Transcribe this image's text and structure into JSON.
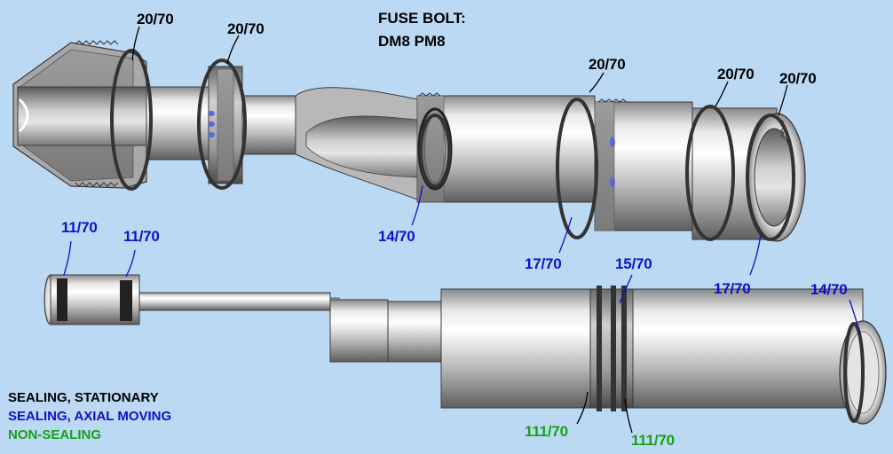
{
  "title": {
    "line1": "FUSE BOLT:",
    "line2": "DM8 PM8"
  },
  "legend": {
    "stationary": "SEALING, STATIONARY",
    "axial": "SEALING, AXIAL MOVING",
    "non_sealing": "NON-SEALING"
  },
  "colors": {
    "background": "#bcd9f4",
    "stationary": "#000000",
    "axial": "#1010c8",
    "non_sealing": "#18a018"
  },
  "oring_labels": {
    "bolt_1": "20/70",
    "bolt_2": "20/70",
    "bolt_3": "20/70",
    "bolt_4": "20/70",
    "bolt_5": "20/70",
    "bolt_inner": "14/70",
    "bolt_mid": "17/70",
    "bolt_rear": "17/70",
    "pin_1": "11/70",
    "pin_2": "11/70",
    "body_front": "15/70",
    "body_end": "14/70",
    "body_guide_1": "111/70",
    "body_guide_2": "111/70"
  }
}
